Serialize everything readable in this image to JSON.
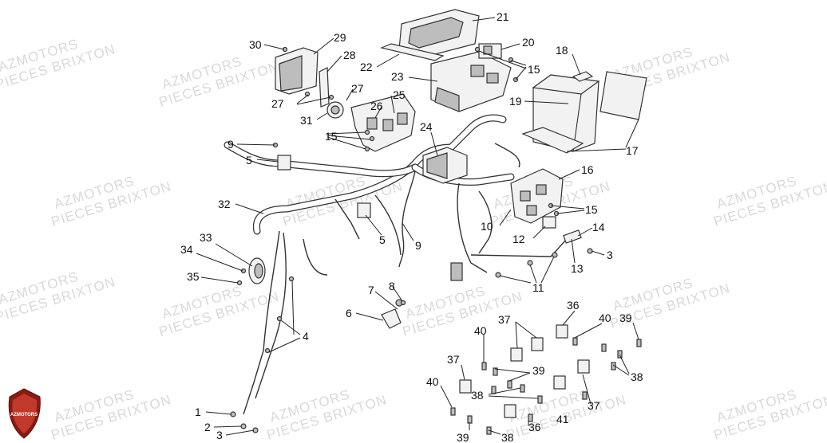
{
  "watermark": {
    "line1": "AZMOTORS",
    "line2": "PIECES BRIXTON"
  },
  "logo": {
    "text": "AZMOTORS",
    "color": "#c0392b"
  },
  "callouts": [
    "1",
    "2",
    "3",
    "4",
    "5",
    "6",
    "7",
    "8",
    "9",
    "10",
    "11",
    "12",
    "13",
    "14",
    "15",
    "16",
    "17",
    "18",
    "19",
    "20",
    "21",
    "22",
    "23",
    "24",
    "25",
    "26",
    "27",
    "28",
    "29",
    "30",
    "31",
    "32",
    "33",
    "34",
    "35",
    "36",
    "37",
    "38",
    "39",
    "40",
    "41"
  ],
  "labels": {
    "n1": "1",
    "n2": "2",
    "n3a": "3",
    "n3b": "3",
    "n4": "4",
    "n5a": "5",
    "n5b": "5",
    "n6": "6",
    "n7": "7",
    "n8": "8",
    "n9a": "9",
    "n9b": "9",
    "n10": "10",
    "n11": "11",
    "n12": "12",
    "n13": "13",
    "n14": "14",
    "n15a": "15",
    "n15b": "15",
    "n15c": "15",
    "n16": "16",
    "n17": "17",
    "n18": "18",
    "n19": "19",
    "n20": "20",
    "n21": "21",
    "n22": "22",
    "n23": "23",
    "n24": "24",
    "n25": "25",
    "n26": "26",
    "n27a": "27",
    "n27b": "27",
    "n28": "28",
    "n29": "29",
    "n30": "30",
    "n31": "31",
    "n32": "32",
    "n33": "33",
    "n34": "34",
    "n35": "35",
    "n36a": "36",
    "n36b": "36",
    "n37a": "37",
    "n37b": "37",
    "n37c": "37",
    "n38a": "38",
    "n38b": "38",
    "n38c": "38",
    "n39a": "39",
    "n39b": "39",
    "n39c": "39",
    "n40a": "40",
    "n40b": "40",
    "n40c": "40",
    "n41": "41"
  }
}
